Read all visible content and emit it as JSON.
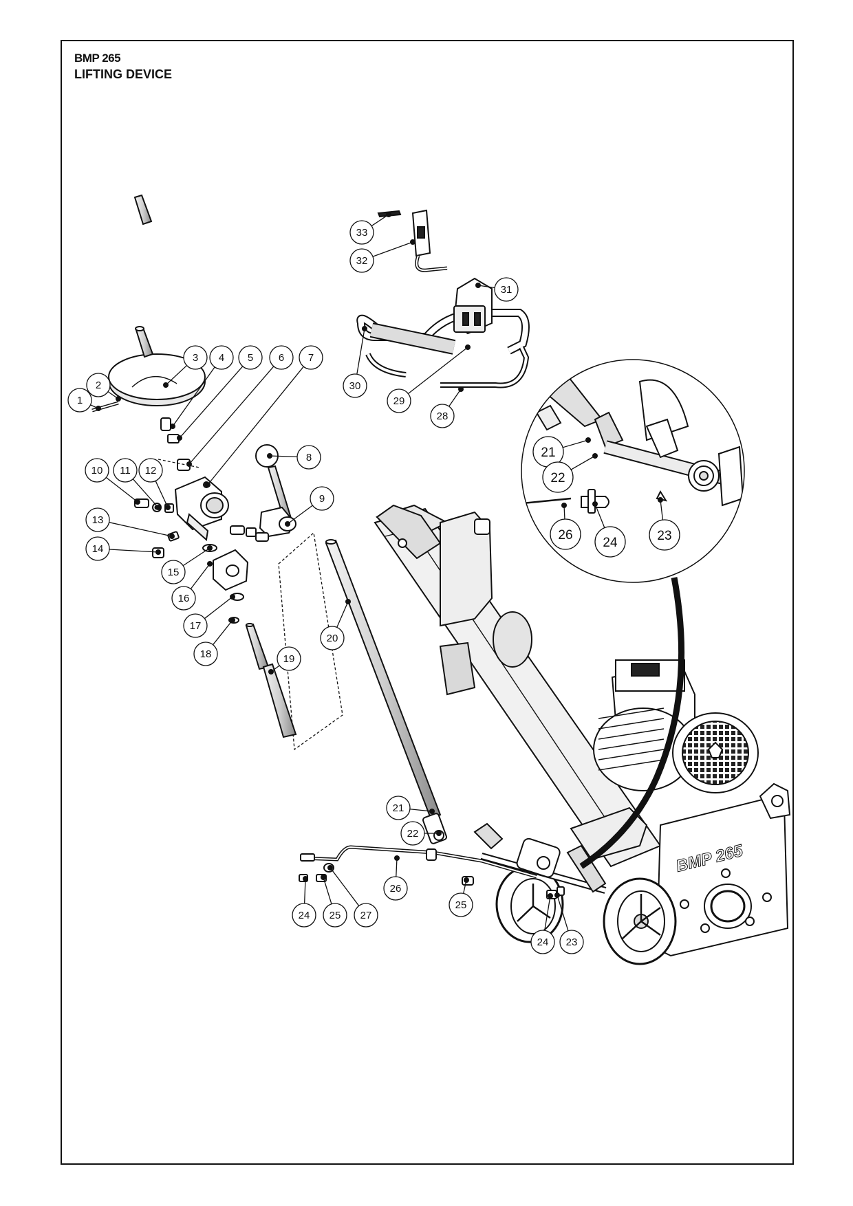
{
  "header": {
    "model": "BMP 265",
    "title": "LIFTING DEVICE"
  },
  "machine": {
    "side_label": "BMP 265"
  },
  "callouts": [
    {
      "id": "c1",
      "label": "1"
    },
    {
      "id": "c2",
      "label": "2"
    },
    {
      "id": "c3",
      "label": "3"
    },
    {
      "id": "c4",
      "label": "4"
    },
    {
      "id": "c5",
      "label": "5"
    },
    {
      "id": "c6",
      "label": "6"
    },
    {
      "id": "c7",
      "label": "7"
    },
    {
      "id": "c8",
      "label": "8"
    },
    {
      "id": "c9",
      "label": "9"
    },
    {
      "id": "c10",
      "label": "10"
    },
    {
      "id": "c11",
      "label": "11"
    },
    {
      "id": "c12",
      "label": "12"
    },
    {
      "id": "c13",
      "label": "13"
    },
    {
      "id": "c14",
      "label": "14"
    },
    {
      "id": "c15",
      "label": "15"
    },
    {
      "id": "c16",
      "label": "16"
    },
    {
      "id": "c17",
      "label": "17"
    },
    {
      "id": "c18",
      "label": "18"
    },
    {
      "id": "c19",
      "label": "19"
    },
    {
      "id": "c20",
      "label": "20"
    },
    {
      "id": "c21",
      "label": "21"
    },
    {
      "id": "c22",
      "label": "22"
    },
    {
      "id": "c23",
      "label": "23"
    },
    {
      "id": "c24",
      "label": "24"
    },
    {
      "id": "c25",
      "label": "25"
    },
    {
      "id": "c26",
      "label": "26"
    },
    {
      "id": "c27",
      "label": "27"
    },
    {
      "id": "c28",
      "label": "28"
    },
    {
      "id": "c29",
      "label": "29"
    },
    {
      "id": "c30",
      "label": "30"
    },
    {
      "id": "c31",
      "label": "31"
    },
    {
      "id": "c32",
      "label": "32"
    },
    {
      "id": "c33",
      "label": "33"
    },
    {
      "id": "d21",
      "label": "21"
    },
    {
      "id": "d22",
      "label": "22"
    },
    {
      "id": "d23",
      "label": "23"
    },
    {
      "id": "d24",
      "label": "24"
    },
    {
      "id": "d26",
      "label": "26"
    },
    {
      "id": "e24",
      "label": "24"
    },
    {
      "id": "e25",
      "label": "25"
    },
    {
      "id": "e27",
      "label": "27"
    },
    {
      "id": "e25b",
      "label": "25"
    },
    {
      "id": "e24b",
      "label": "24"
    },
    {
      "id": "e23",
      "label": "23"
    }
  ]
}
